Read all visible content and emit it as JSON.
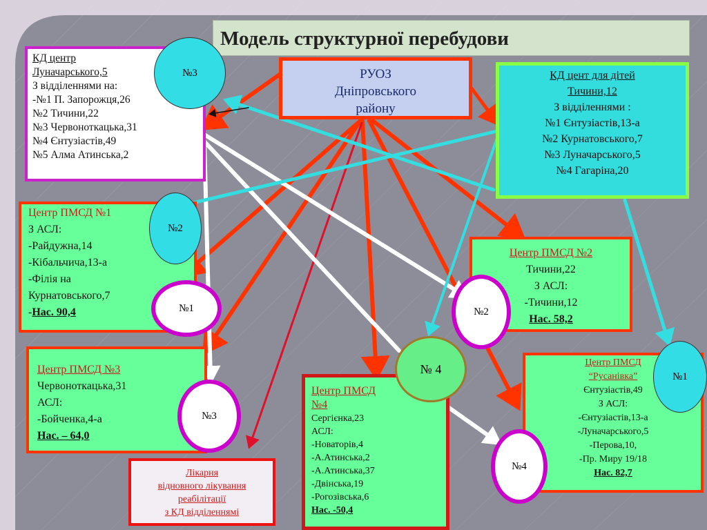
{
  "title": "Модель структурної перебудови",
  "ruoz": [
    "РУОЗ",
    "Дніпровського",
    "району"
  ],
  "kd_lunacharskogo": {
    "lines": [
      "КД центр",
      "Луначарського,5",
      "З відділеннями на:",
      "-№1 П. Запорожця,26",
      "№2 Тичини,22",
      "№3  Червоноткацька,31",
      "№4  Єнтузіастів,49",
      "№5 Алма Атинська,2"
    ]
  },
  "kd_tychyny": {
    "lines": [
      "КД цент для дітей ",
      "Тичини,12",
      "З відділеннями :",
      "№1 Єнтузіастів,13-а",
      "№2 Курнатовського,7",
      "№3 Луначарського,5",
      "№4 Гагаріна,20"
    ]
  },
  "pmsd1": {
    "lines": [
      "Центр ПМСД №1",
      "З АСЛ:",
      "-Райдужна,14",
      "-Кібальчича,13-а",
      "-Філія на",
      "Курнатовського,7"
    ],
    "population": "Нас. 90,4"
  },
  "pmsd2": {
    "lines": [
      "Центр ПМСД №2",
      "Тичини,22",
      "З АСЛ:",
      "-Тичини,12"
    ],
    "population": "Нас. 58,2"
  },
  "pmsd3": {
    "lines": [
      "Центр ПМСД №3",
      "Червоноткацька,31",
      "АСЛ:",
      "-Бойченка,4-а"
    ],
    "population": "Нас. – 64,0"
  },
  "pmsd4": {
    "lines": [
      "Центр ПМСД",
      "№4",
      "Сергієнка,23",
      "АСЛ:",
      "-Новаторів,4",
      "-А.Атинська,2",
      "-А.Атинська,37",
      "-Двінська,19",
      "-Рогозівська,6"
    ],
    "population": "Нас. -50,4"
  },
  "rusanivka": {
    "lines": [
      "Центр ПМСД",
      "“Русанівка”",
      "Єнтузіастів,49",
      "З АСЛ:",
      "-Єнтузіастів,13-а",
      "-Луначарського,5",
      "-Перова,10,",
      "-Пр. Миру 19/18"
    ],
    "population": "Нас. 82,7"
  },
  "hospital": {
    "lines": [
      "Лікарня",
      "відновного лікування",
      " реабілітації",
      "з КД відділеннямі"
    ]
  },
  "circles": {
    "c1": "№3",
    "c2": "№2",
    "c3": "№1",
    "c4": "№2",
    "c5": "№ 4",
    "c6": "№1",
    "c7": "№3",
    "c8": "№4"
  },
  "colors": {
    "green_box": "#66ff99",
    "cyan_box": "#33dddd",
    "ruoz_box": "#c5d0f0",
    "orange_red": "#ff3300",
    "magenta": "#cc00cc",
    "white_arrow": "#ffffff",
    "cyan_arrow": "#33dde0"
  }
}
